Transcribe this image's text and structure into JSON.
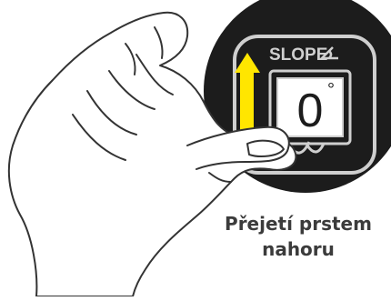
{
  "device": {
    "mode_label": "SLOPE",
    "mode_icon": "angle-icon",
    "reading": "0",
    "degree_symbol": "°",
    "swipe_direction": "up",
    "arrow_color": "#ffe600",
    "bezel_color": "#1c1c1c",
    "frame_color": "#cfcfcf"
  },
  "caption": {
    "line1": "Přejetí prstem",
    "line2": "nahoru"
  }
}
